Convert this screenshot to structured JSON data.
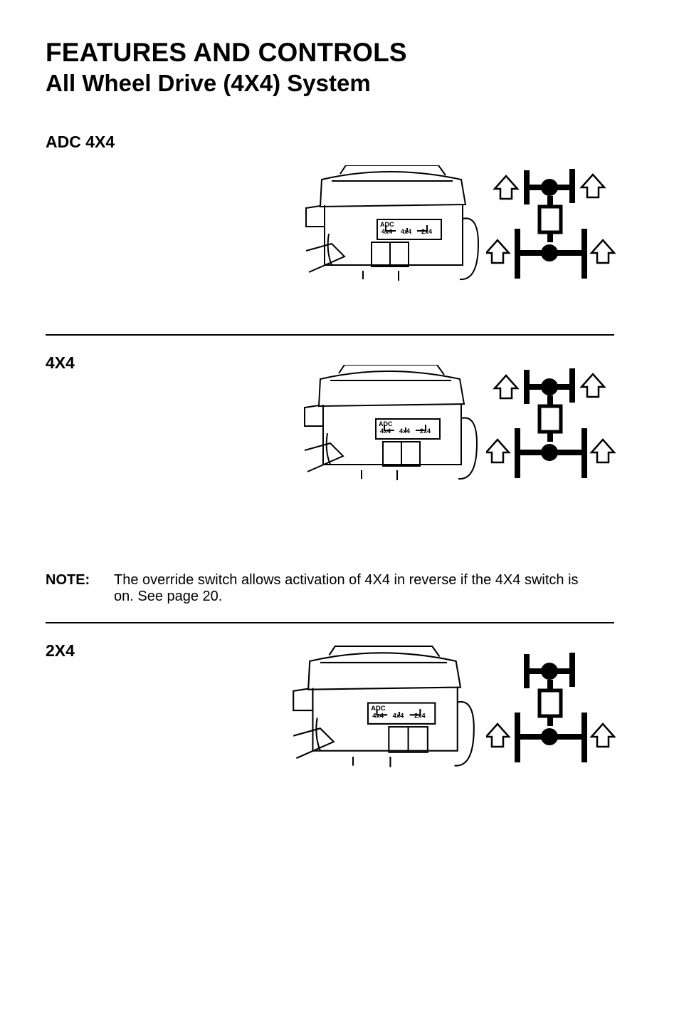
{
  "header": {
    "title": "FEATURES AND CONTROLS",
    "subtitle": "All Wheel Drive (4X4) System"
  },
  "sections": [
    {
      "heading": "ADC 4X4",
      "switch_labels": {
        "adc": "ADC",
        "pos1": "4x4",
        "pos2": "4x4",
        "pos3": "2x4"
      },
      "drive_diagram": {
        "front_arrows": true,
        "rear_arrows": true
      }
    },
    {
      "heading": "4X4",
      "switch_labels": {
        "adc": "ADC",
        "pos1": "4x4",
        "pos2": "4x4",
        "pos3": "2x4"
      },
      "drive_diagram": {
        "front_arrows": true,
        "rear_arrows": true
      }
    },
    {
      "heading": "2X4",
      "switch_labels": {
        "adc": "ADC",
        "pos1": "4x4",
        "pos2": "4x4",
        "pos3": "2x4"
      },
      "drive_diagram": {
        "front_arrows": false,
        "rear_arrows": true
      }
    }
  ],
  "note": {
    "label": "NOTE:",
    "text": "The override switch allows activation of 4X4 in reverse if the 4X4 switch is on. See page 20."
  }
}
